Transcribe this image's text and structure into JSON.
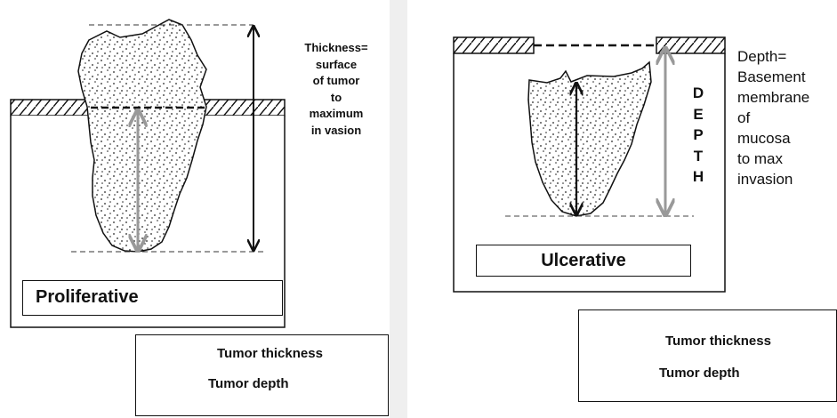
{
  "left_diagram": {
    "annotation": "Thickness=\nsurface\nof tumor\nto\nmaximum\nin vasion",
    "label": "Proliferative"
  },
  "right_diagram": {
    "annotation": "Depth=\nBasement\nmembrane\nof\nmucosa\nto max\ninvasion",
    "depth_letters": "D\nE\nP\nT\nH",
    "label": "Ulcerative"
  },
  "legend_left": {
    "thickness_label": "Tumor thickness",
    "depth_label": "Tumor depth"
  },
  "legend_right": {
    "thickness_label": "Tumor thickness",
    "depth_label": "Tumor depth"
  },
  "colors": {
    "line": "#111111",
    "depth_arrow": "#9a9a9a",
    "tumor_fill": "#ffffff"
  }
}
